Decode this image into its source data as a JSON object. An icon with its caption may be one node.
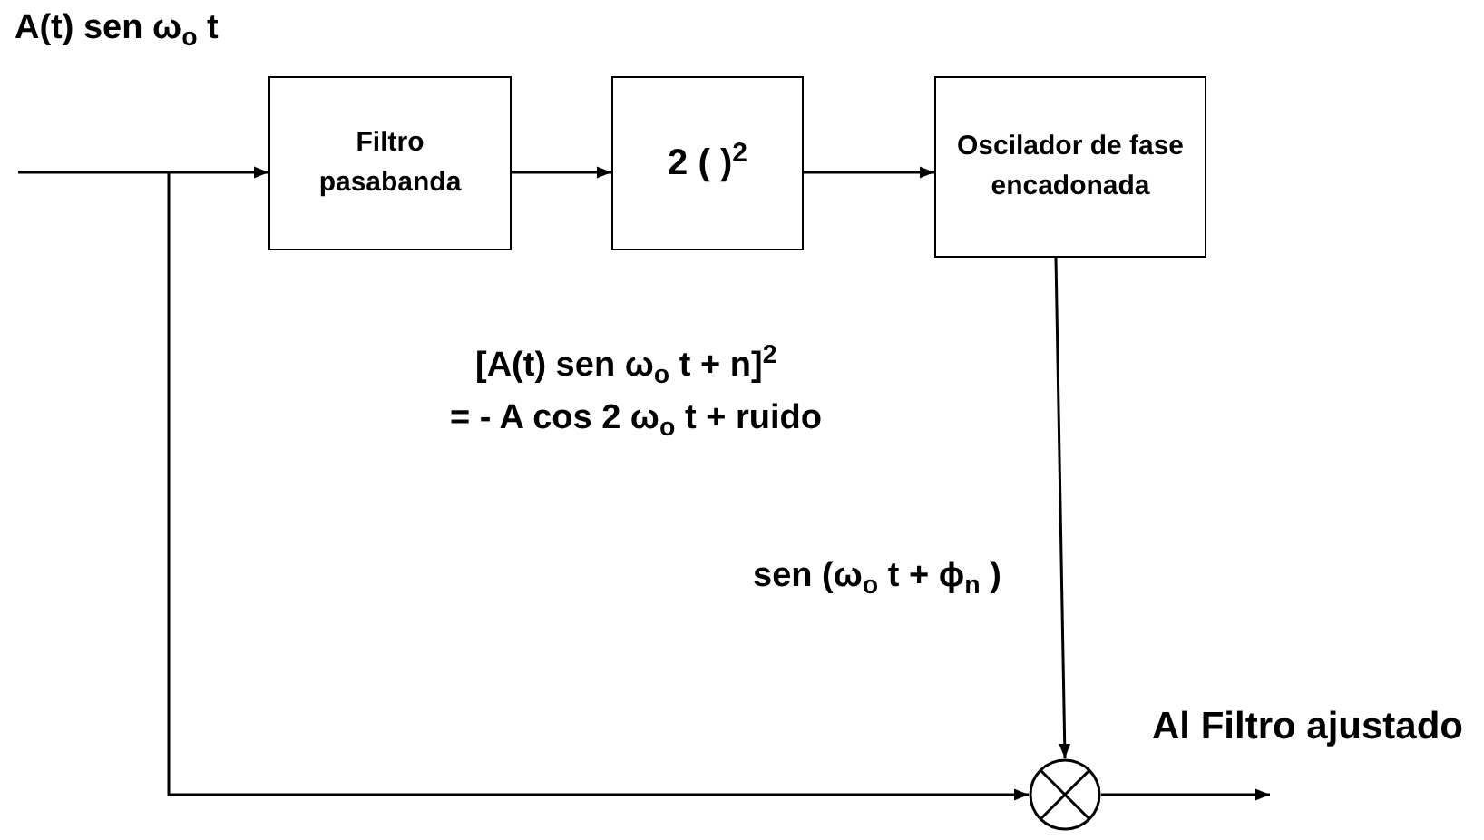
{
  "diagram": {
    "nodes": [
      {
        "text": [
          "Filtro pasabanda"
        ]
      },
      {
        "text": [
          "2 ( )$^{2}$"
        ]
      },
      {
        "text": [
          "Oscilador de fase encadonada"
        ]
      },
      {
        "text": [],
        "shape": "circle"
      }
    ],
    "edges": [
      {
        "from": null,
        "to": 0,
        "arrow": "to"
      },
      {
        "from": 0,
        "to": 1,
        "arrow": "to"
      },
      {
        "from": 1,
        "to": 2,
        "arrow": "to"
      },
      {
        "from": null,
        "to": 3,
        "arrow": "to"
      },
      {
        "from": 2,
        "to": 3,
        "arrow": "to",
        "label": "sen (ω$_{o}$ t + ϕ$_{n}$ )"
      },
      {
        "from": 3,
        "to": null,
        "arrow": "to"
      }
    ],
    "labels": [
      "A(t) sen ω$_{o}$ t",
      "[A(t) sen ω$_{o}$ t + n]$^{2}$",
      "= - A cos 2 ω$_{o}$ t + ruido",
      "Al Filtro ajustado"
    ]
  }
}
